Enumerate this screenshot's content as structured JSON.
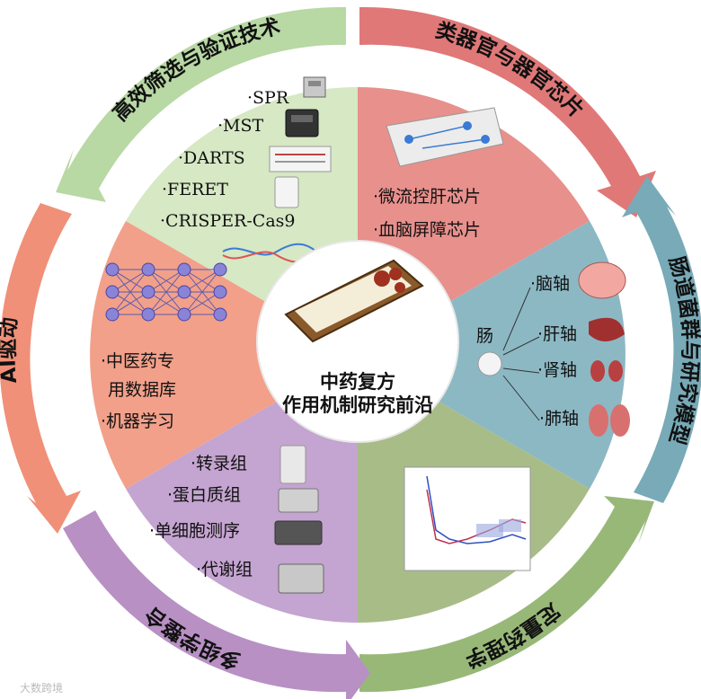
{
  "ring_labels": {
    "top_left": "高效筛选与验证技术",
    "top_right": "类器官与器官芯片",
    "right": "肠道菌群与研究模型",
    "bottom_right": "定量药理学",
    "bottom_left": "多组学整合",
    "left": "AI驱动"
  },
  "wedges": {
    "screening": [
      "·SPR",
      "·MST",
      "·DARTS",
      "·FERET",
      "·CRISPER-Cas9"
    ],
    "organ_chip": [
      "·微流控肝芯片",
      "·血脑屏障芯片"
    ],
    "gut_axis": {
      "hub": "肠",
      "axes": [
        "·脑轴",
        "·肝轴",
        "·肾轴",
        "·肺轴"
      ]
    },
    "ai": [
      "·中医药专",
      "用数据库",
      "·机器学习"
    ],
    "omics": [
      "·转录组",
      "·蛋白质组",
      "·单细胞测序",
      "·代谢组"
    ]
  },
  "center": {
    "line1": "中药复方",
    "line2": "作用机制研究前沿"
  },
  "watermark": "大数跨境",
  "colors": {
    "green": "#d6e8c4",
    "red": "#e8908c",
    "teal": "#8cb8c4",
    "olive": "#a8bc88",
    "purple": "#c4a4d0",
    "salmon": "#f2a08a",
    "ring_green": "#b8d8a4",
    "ring_red": "#e07878",
    "ring_teal": "#78aab8",
    "ring_olive": "#98b878",
    "ring_purple": "#b890c4",
    "ring_salmon": "#f09078"
  }
}
